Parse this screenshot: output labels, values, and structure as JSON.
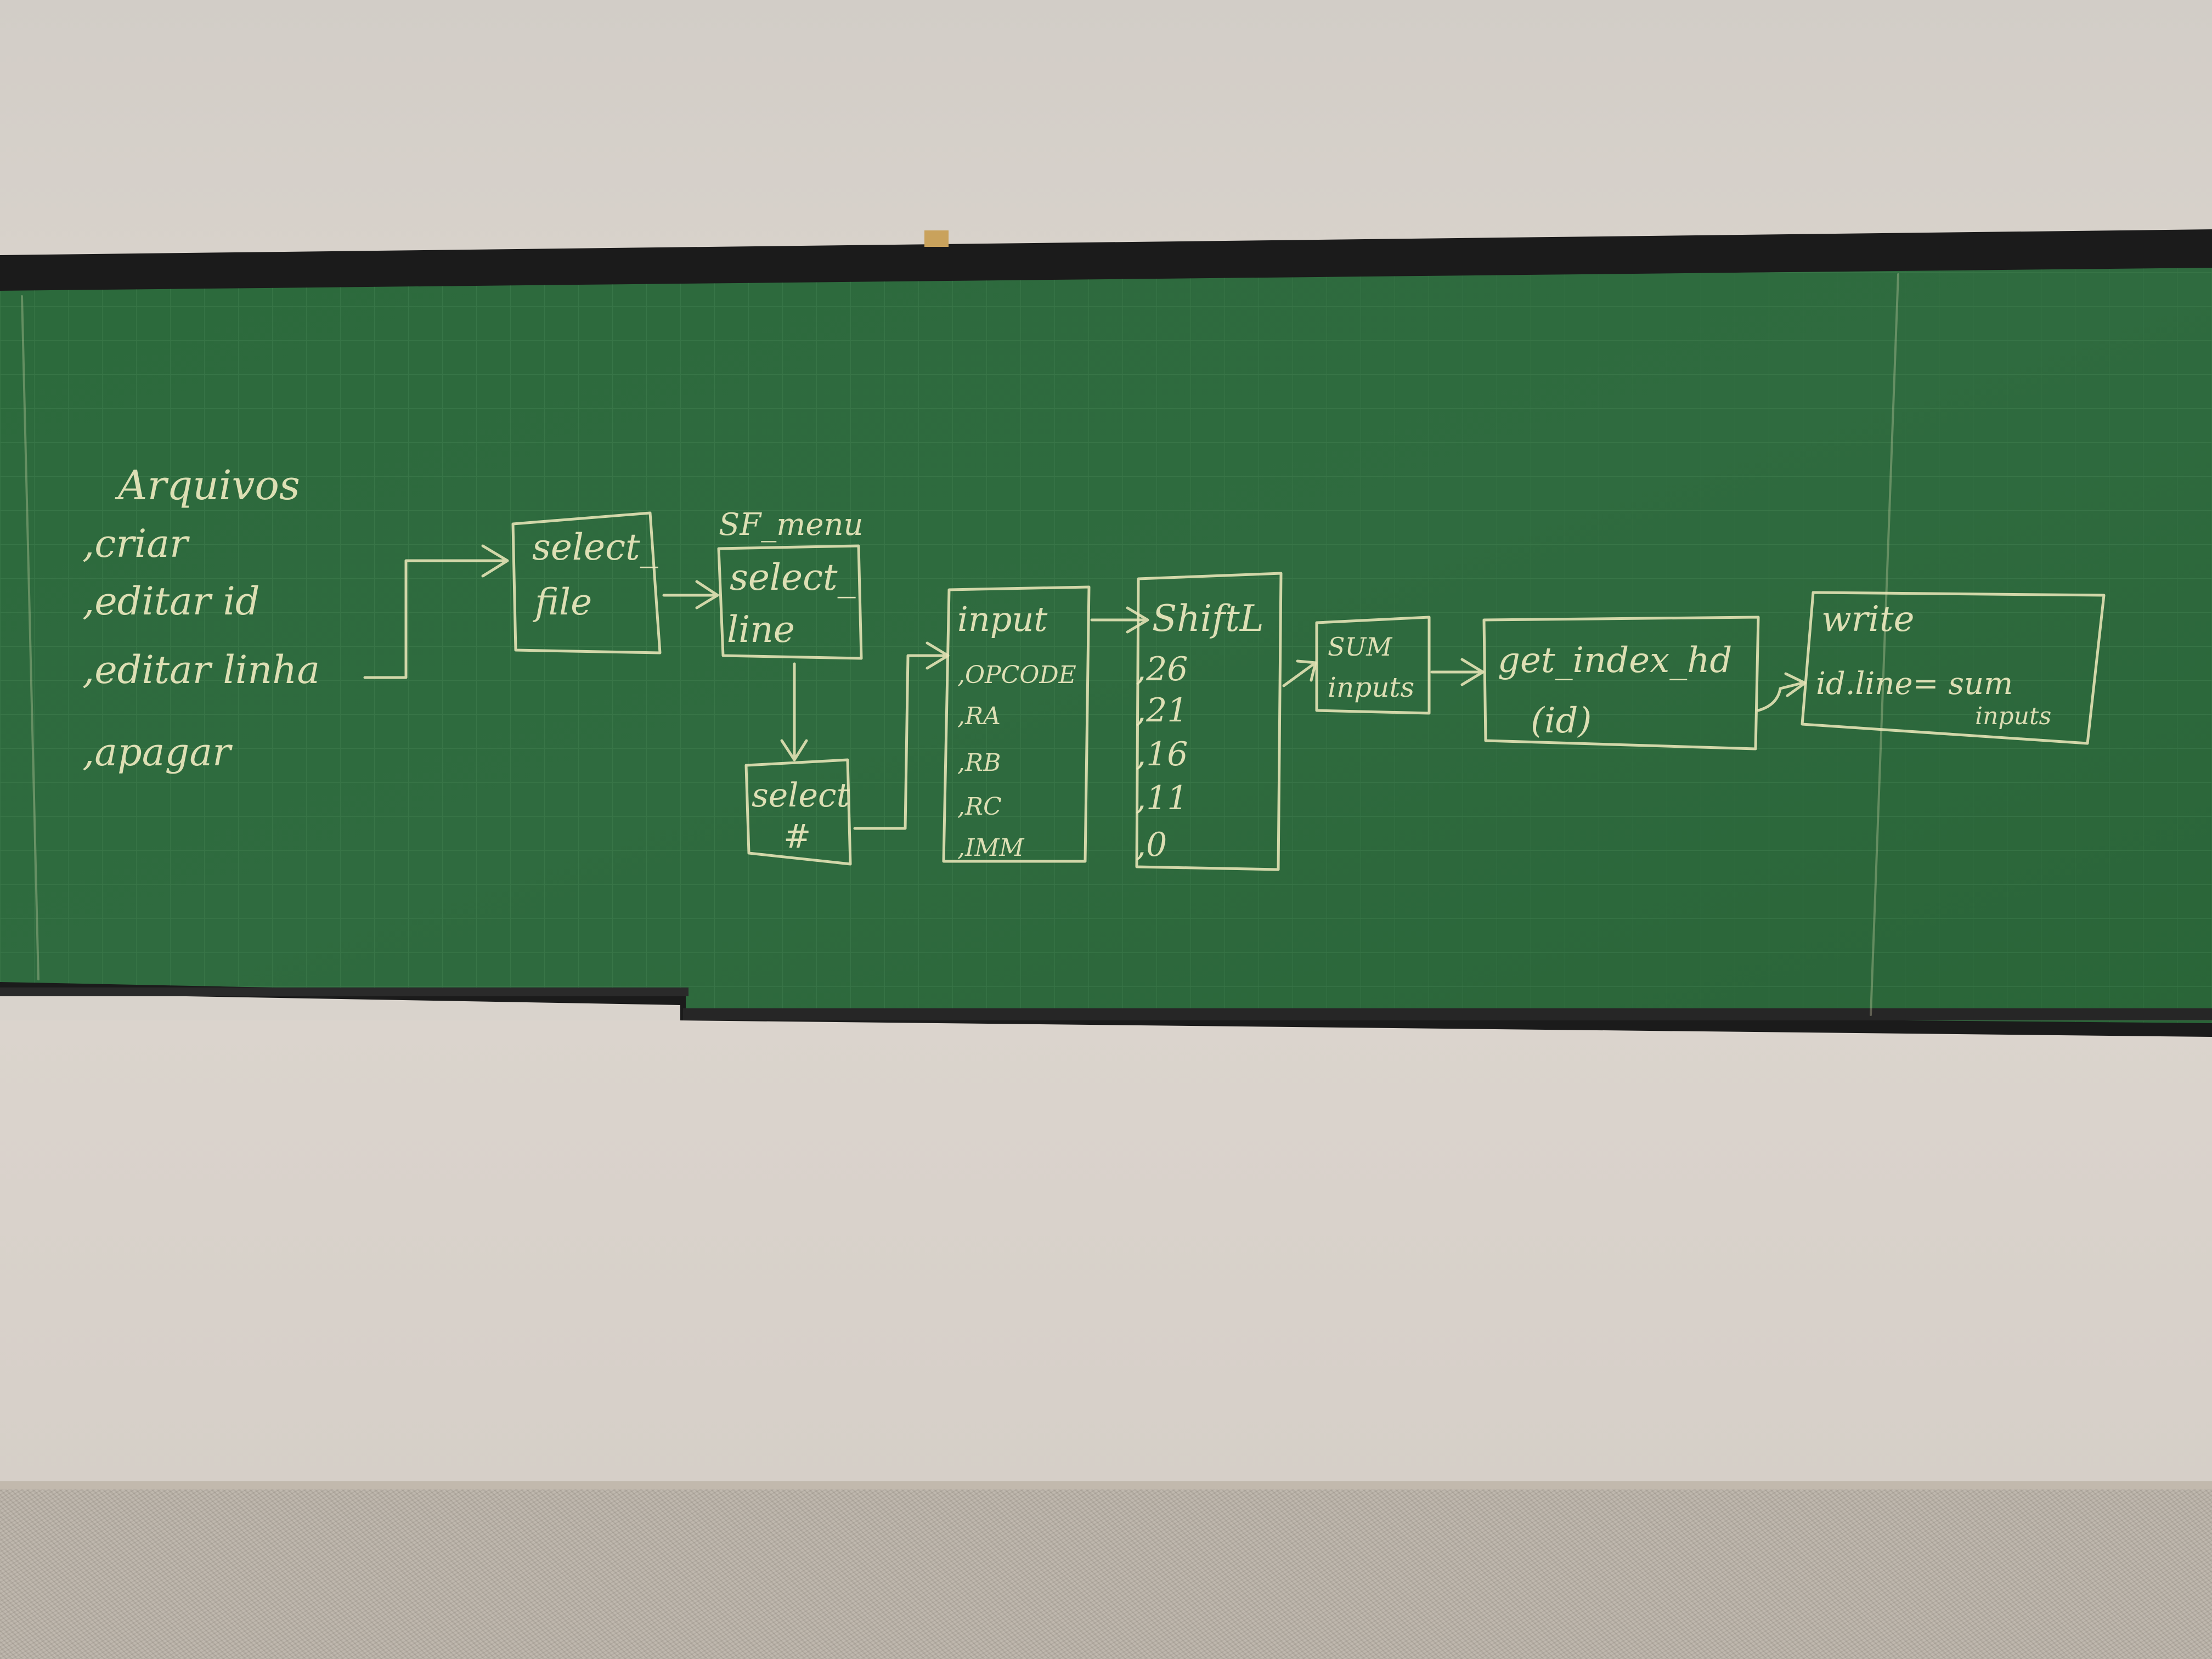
{
  "scene": {
    "colors": {
      "wall": "#d6cfc8",
      "board": "#2e6a3e",
      "frame": "#1a1a1a",
      "chalk": "#ece9bf",
      "floor": "#b9b1a6"
    }
  },
  "board": {
    "menu": {
      "title": "Arquivos",
      "items": [
        ",criar",
        ",editar id",
        ",editar linha",
        ",apagar"
      ]
    },
    "select_file": {
      "line1": "select_",
      "line2": "file"
    },
    "sf_menu": {
      "label": "SF_menu",
      "line1": "select_",
      "line2": "line"
    },
    "select_num": {
      "line1": "select",
      "line2": "#"
    },
    "input_box": {
      "title": "input",
      "items": [
        ",OPCODE",
        ",RA",
        ",RB",
        ",RC",
        ",IMM"
      ]
    },
    "shift_box": {
      "title": "ShiftL",
      "items": [
        ",26",
        ",21",
        ",16",
        ",11",
        ",0"
      ]
    },
    "sum_box": {
      "line1": "SUM",
      "line2": "inputs"
    },
    "index_box": {
      "line1": "get_index_hd",
      "line2": "(id)"
    },
    "write_box": {
      "line1": "write",
      "line2": "id.line= sum",
      "line3": "inputs"
    }
  }
}
